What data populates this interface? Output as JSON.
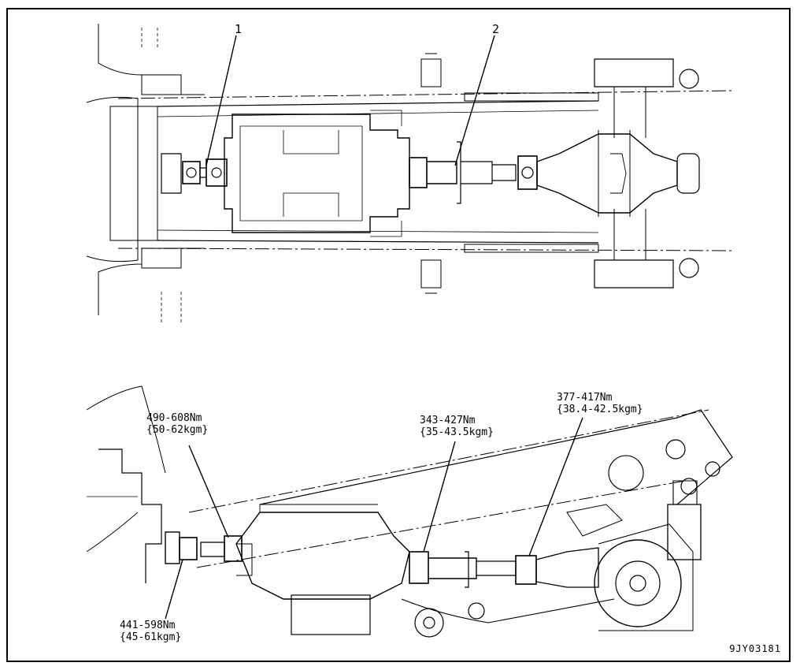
{
  "figure_id": "9JY03181",
  "callouts": {
    "item1": "1",
    "item2": "2"
  },
  "torques": {
    "t490": {
      "nm": "490-608Nm",
      "kgm": "{50-62kgm}"
    },
    "t343": {
      "nm": "343-427Nm",
      "kgm": "{35-43.5kgm}"
    },
    "t377": {
      "nm": "377-417Nm",
      "kgm": "{38.4-42.5kgm}"
    },
    "t441": {
      "nm": "441-598Nm",
      "kgm": "{45-61kgm}"
    }
  }
}
